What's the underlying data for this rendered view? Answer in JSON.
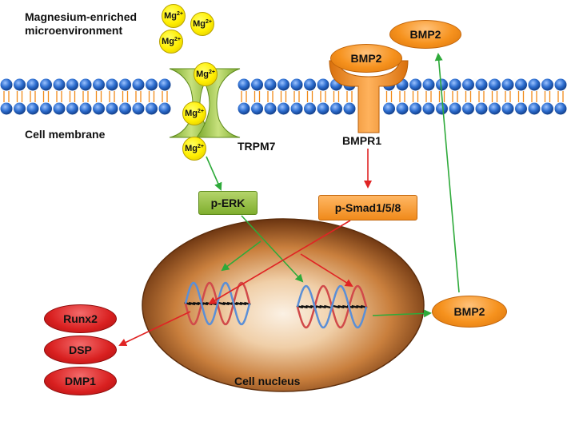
{
  "title": {
    "line1": "Magnesium-enriched",
    "line2": "microenvironment"
  },
  "labels": {
    "cell_membrane": "Cell membrane",
    "trpm7": "TRPM7",
    "bmpr1": "BMPR1",
    "cell_nucleus": "Cell nucleus"
  },
  "ions": {
    "base": "Mg",
    "charge": "2+"
  },
  "proteins": {
    "p_erk": "p-ERK",
    "p_smad": "p-Smad1/5/8",
    "bmp2_bound": "BMP2",
    "bmp2_secreted": "BMP2",
    "bmp2_expressed": "BMP2",
    "runx2": "Runx2",
    "dsp": "DSP",
    "dmp1": "DMP1"
  },
  "colors": {
    "activation_green": "#2eaa3a",
    "activation_red": "#e02424",
    "membrane_head": "#2f6fd0",
    "membrane_tail": "#f08a1a",
    "trpm7": "#9cc84a",
    "bmpr1": "#f28c1c",
    "nucleus_rim": "#b8702a",
    "nucleus_core": "#f2d6b8"
  }
}
